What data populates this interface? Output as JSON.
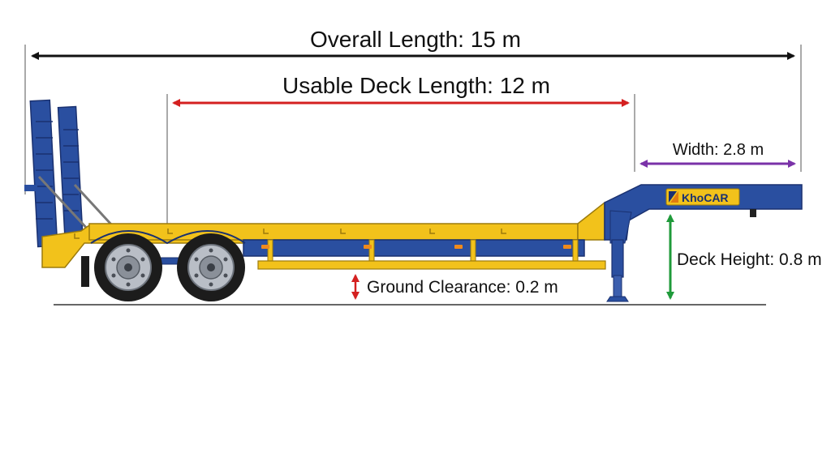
{
  "dimensions": {
    "overall_length": "Overall Length: 15 m",
    "usable_deck_length": "Usable Deck Length: 12 m",
    "width": "Width: 2.8 m",
    "deck_height": "Deck Height: 0.8 m",
    "ground_clearance": "Ground Clearance: 0.2 m"
  },
  "brand": {
    "logo_text": "KhoCAR"
  },
  "colors": {
    "overall_arrow": "#111111",
    "deck_arrow": "#d42020",
    "width_arrow": "#7a32a8",
    "height_arrow": "#1f9a3a",
    "clearance_arrow": "#d42020",
    "frame_blue": "#2a4fa0",
    "deck_yellow": "#f2c21b",
    "tire": "#1c1c1c",
    "hub": "#b9bec6",
    "logo_bg": "#f2c21b"
  },
  "icons": {
    "logo_mark": "khocar-logo-icon",
    "wheel": "wheel-icon",
    "ramp": "loading-ramp-icon",
    "landing_gear": "landing-gear-icon"
  }
}
